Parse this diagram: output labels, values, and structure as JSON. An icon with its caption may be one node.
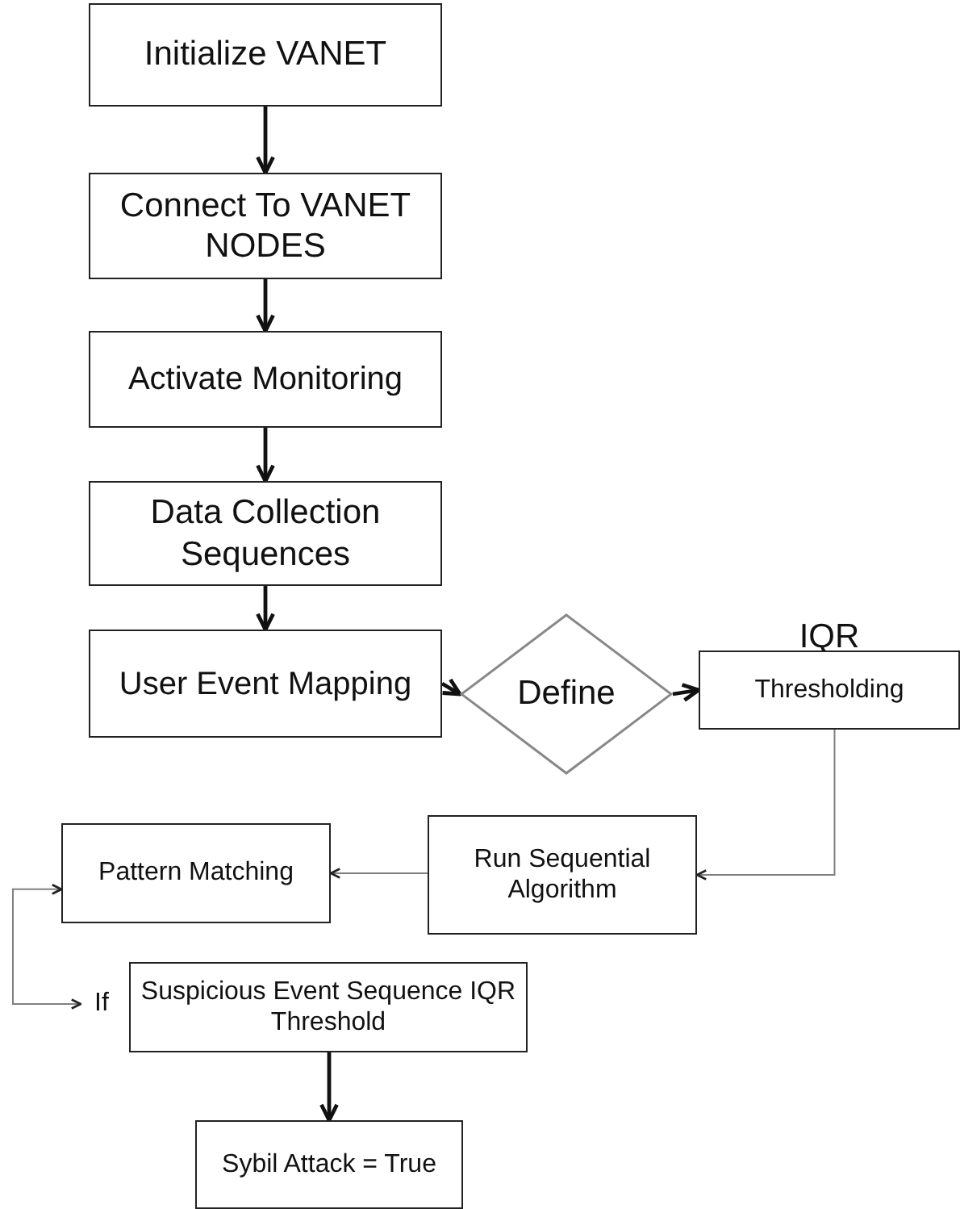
{
  "diagram": {
    "nodes": [
      {
        "text": [
          "Initialize VANET"
        ]
      },
      {
        "text": [
          "Connect To VANET NODES"
        ]
      },
      {
        "text": [
          "Activate Monitoring"
        ]
      },
      {
        "text": [
          "Data Collection Sequences"
        ]
      },
      {
        "text": [
          "User Event Mapping"
        ]
      },
      {
        "text": [
          "Define"
        ]
      },
      {
        "text": [
          "IQR",
          "Thresholding"
        ]
      },
      {
        "text": [
          "Run Sequential Algorithm"
        ]
      },
      {
        "text": [
          "Pattern Matching"
        ]
      },
      {
        "text": [
          "If"
        ]
      },
      {
        "text": [
          "Suspicious Event Sequence IQR Threshold"
        ]
      },
      {
        "text": [
          "Sybil Attack = True"
        ]
      }
    ],
    "edges": [
      {
        "from": 0,
        "to": 1,
        "arrow": "to"
      },
      {
        "from": 1,
        "to": 2,
        "arrow": "to"
      },
      {
        "from": 2,
        "to": 3,
        "arrow": "to"
      },
      {
        "from": 3,
        "to": 4,
        "arrow": "to"
      },
      {
        "from": 4,
        "to": 5,
        "arrow": "to"
      },
      {
        "from": 5,
        "to": 6,
        "arrow": "to"
      },
      {
        "from": 6,
        "to": 7,
        "arrow": "to",
        "color": "#808080"
      },
      {
        "from": 7,
        "to": 8,
        "arrow": "to",
        "color": "#808080"
      },
      {
        "from": 8,
        "to": 9,
        "arrow": "both",
        "color": "#808080"
      },
      {
        "from": 10,
        "to": 11,
        "arrow": "to"
      }
    ]
  }
}
